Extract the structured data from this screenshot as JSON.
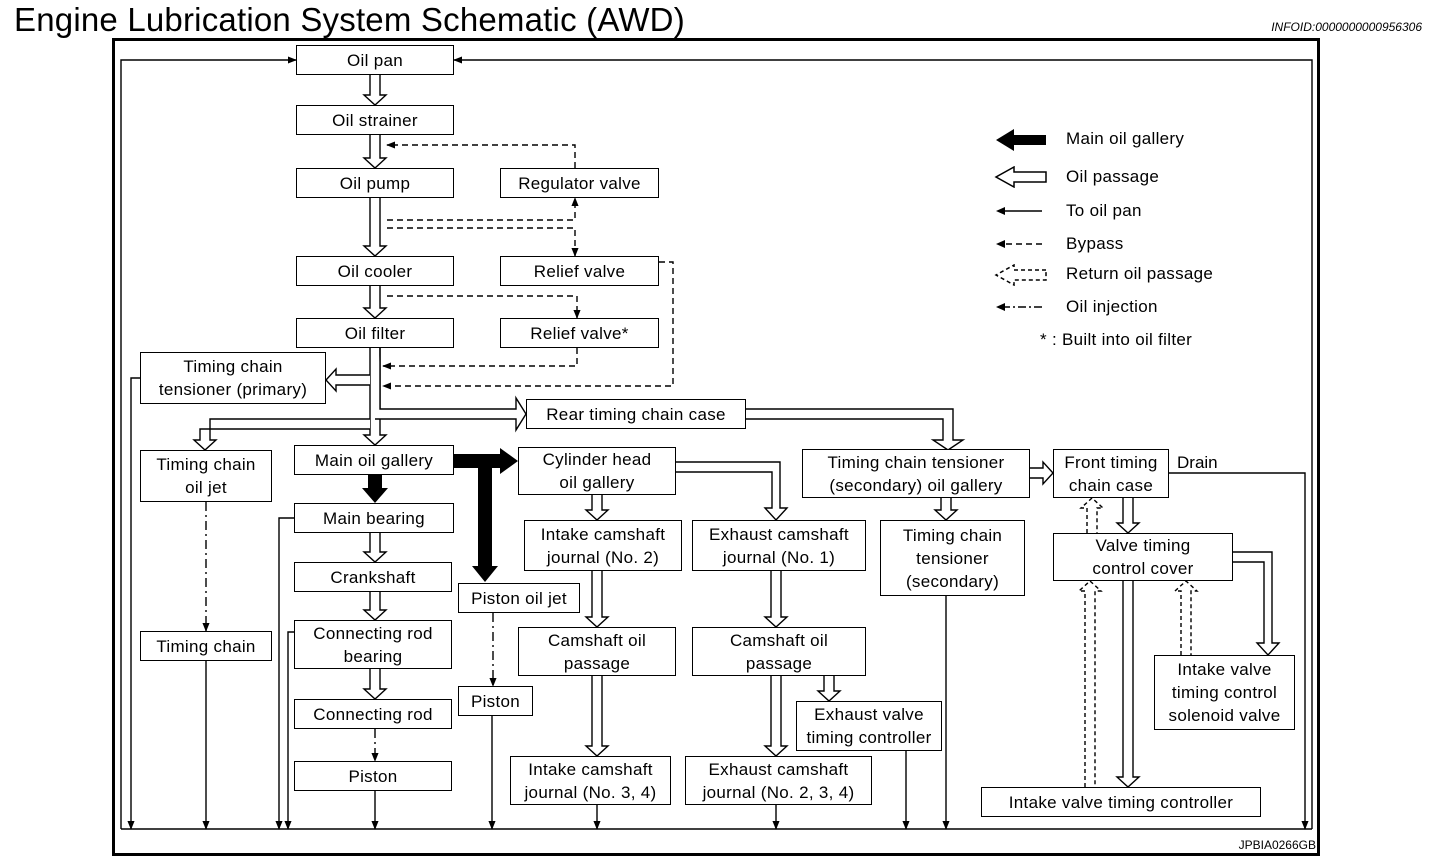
{
  "title": "Engine Lubrication System Schematic (AWD)",
  "info_id": "INFOID:0000000000956306",
  "figure_code": "JPBIA0266GB",
  "boxes": {
    "oil_pan": "Oil pan",
    "oil_strainer": "Oil strainer",
    "oil_pump": "Oil pump",
    "regulator_valve": "Regulator valve",
    "oil_cooler": "Oil cooler",
    "relief_valve": "Relief valve",
    "oil_filter": "Oil filter",
    "relief_valve_star": "Relief valve*",
    "tct_primary": "Timing chain\ntensioner (primary)",
    "rear_chain_case": "Rear timing chain case",
    "chain_oil_jet": "Timing chain\noil jet",
    "main_gallery": "Main oil gallery",
    "cyl_head_gallery": "Cylinder head\noil gallery",
    "tct_secondary_gallery": "Timing chain tensioner\n(secondary) oil gallery",
    "front_chain_case": "Front timing\nchain case",
    "main_bearing": "Main bearing",
    "intake_cam_j2": "Intake camshaft\njournal (No. 2)",
    "exhaust_cam_j1": "Exhaust camshaft\njournal (No. 1)",
    "tct_secondary": "Timing chain\ntensioner\n(secondary)",
    "vtc_cover": "Valve timing\ncontrol cover",
    "crankshaft": "Crankshaft",
    "piston_oil_jet": "Piston oil jet",
    "timing_chain": "Timing chain",
    "conrod_bearing": "Connecting rod\nbearing",
    "cam_oil_passage_1": "Camshaft oil\npassage",
    "cam_oil_passage_2": "Camshaft oil\npassage",
    "intake_sol_valve": "Intake valve\ntiming control\nsolenoid valve",
    "piston_1": "Piston",
    "conrod": "Connecting rod",
    "exh_vt_controller": "Exhaust valve\ntiming controller",
    "piston_2": "Piston",
    "intake_cam_j34": "Intake camshaft\njournal (No. 3, 4)",
    "exhaust_cam_j234": "Exhaust camshaft\njournal (No. 2, 3, 4)",
    "intake_vt_controller": "Intake valve timing controller"
  },
  "drain_label": "Drain",
  "legend": {
    "main_gallery": "Main oil gallery",
    "oil_passage": "Oil passage",
    "to_oil_pan": "To oil pan",
    "bypass": "Bypass",
    "return_passage": "Return oil passage",
    "oil_injection": "Oil injection",
    "note": "* : Built into oil filter"
  }
}
